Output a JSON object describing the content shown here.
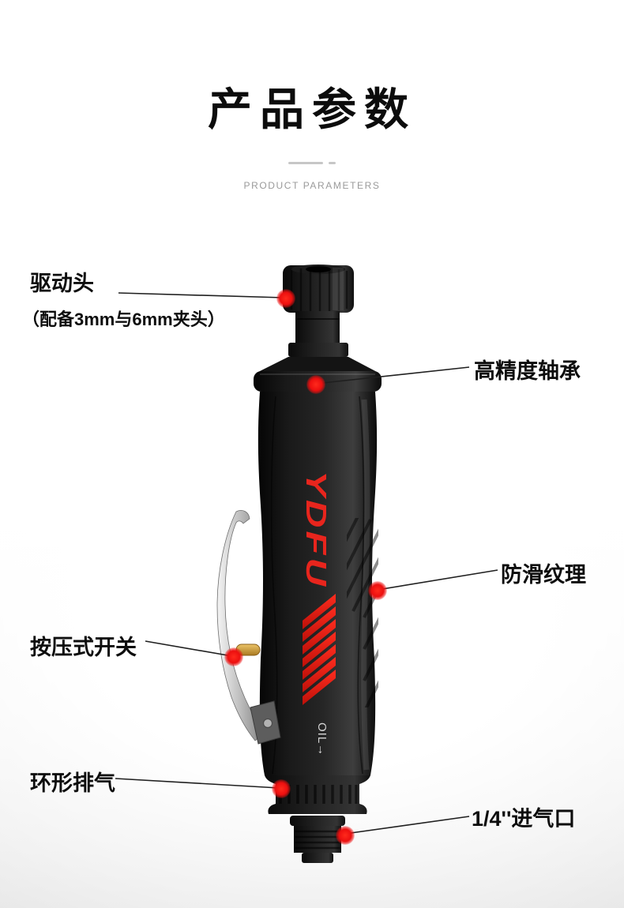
{
  "header": {
    "title": "产品参数",
    "subtitle": "PRODUCT PARAMETERS"
  },
  "product": {
    "brand_text": "YDFU",
    "oil_text": "OIL→"
  },
  "callouts": {
    "drive_head": {
      "label": "驱动头",
      "sublabel": "（配备3mm与6mm夹头）"
    },
    "bearing": {
      "label": "高精度轴承"
    },
    "grip": {
      "label": "防滑纹理"
    },
    "switch": {
      "label": "按压式开关"
    },
    "exhaust": {
      "label": "环形排气"
    },
    "inlet": {
      "label": "1/4''进气口"
    }
  },
  "colors": {
    "accent_red": "#e60012",
    "body_black": "#1b1b1b",
    "label_text": "#0d0d0d",
    "subtitle_gray": "#9a9a9a"
  }
}
